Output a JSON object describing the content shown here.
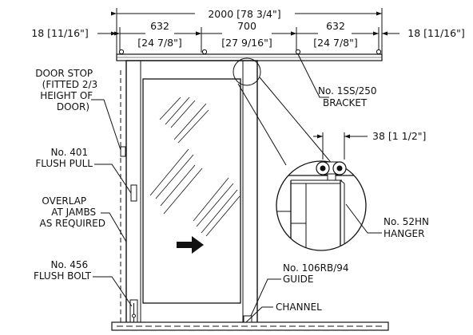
{
  "dimensions": {
    "overall": "2000 [78 3/4\"]",
    "left_offset": "18 [11/16\"]",
    "right_offset": "18 [11/16\"]",
    "seg1_mm": "632",
    "seg1_in": "[24 7/8\"]",
    "seg2_mm": "700",
    "seg2_in": "[27 9/16\"]",
    "seg3_mm": "632",
    "seg3_in": "[24 7/8\"]",
    "hanger_width": "38 [1 1/2\"]"
  },
  "labels": {
    "door_stop": [
      "DOOR STOP",
      "(FITTED 2/3",
      "HEIGHT OF",
      "DOOR)"
    ],
    "flush_pull": [
      "No. 401",
      "FLUSH PULL"
    ],
    "overlap": [
      "OVERLAP",
      "AT JAMBS",
      "AS REQUIRED"
    ],
    "flush_bolt": [
      "No. 456",
      "FLUSH BOLT"
    ],
    "bracket": [
      "No. 1SS/250",
      "BRACKET"
    ],
    "hanger": [
      "No. 52HN",
      "HANGER"
    ],
    "guide": [
      "No. 106RB/94",
      "GUIDE"
    ],
    "channel": "CHANNEL"
  },
  "colors": {
    "line": "#111111",
    "background": "#ffffff"
  }
}
